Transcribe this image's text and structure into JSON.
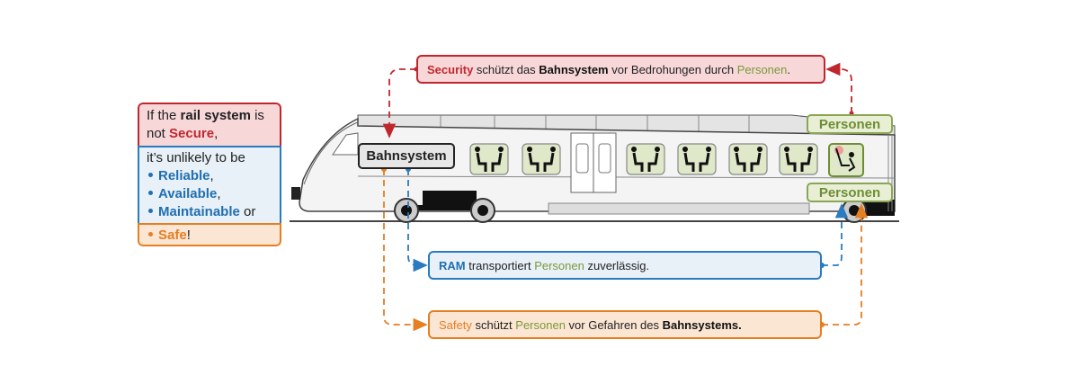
{
  "side_box": {
    "line1_pre": "If the ",
    "line1_bold": "rail system",
    "line1_post": " is",
    "line2_pre": "not ",
    "line2_red": "Secure",
    "line2_post": ",",
    "line3": "it’s unlikely to be",
    "items": [
      {
        "word": "Reliable",
        "suffix": ","
      },
      {
        "word": "Available",
        "suffix": ","
      },
      {
        "word": "Maintainable",
        "suffix": " or"
      }
    ],
    "safe_word": "Safe",
    "safe_suffix": "!"
  },
  "security_box": {
    "keyword": "Security",
    "t1": " schützt das ",
    "bold": "Bahnsystem",
    "t2": " vor Bedrohungen durch ",
    "persons": "Personen",
    "end": "."
  },
  "ram_box": {
    "keyword": "RAM",
    "t1": " transportiert ",
    "persons": "Personen",
    "t2": " zuverlässig."
  },
  "safety_box": {
    "keyword": "Safety",
    "t1": " schützt ",
    "persons": "Personen",
    "t2": " vor Gefahren des ",
    "bold": "Bahnsystems."
  },
  "labels": {
    "bahnsystem": "Bahnsystem",
    "personen_top": "Personen",
    "personen_bottom": "Personen"
  },
  "colors": {
    "security": "#c0272d",
    "ram": "#2a7bbf",
    "safety": "#e67e22",
    "persons": "#7a9a3a"
  }
}
